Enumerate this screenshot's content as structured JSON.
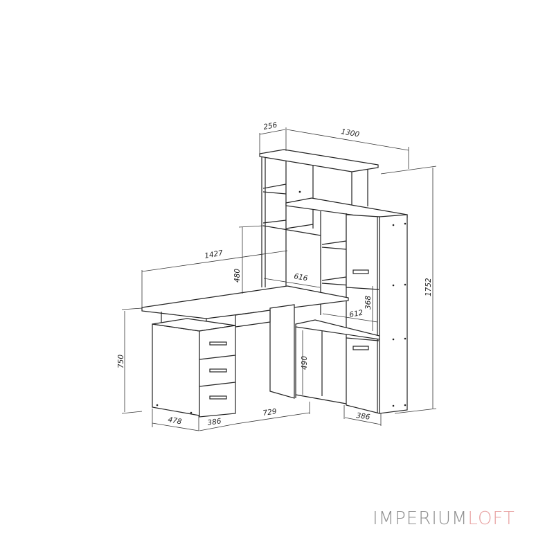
{
  "dimensions": {
    "top_depth": "256",
    "top_width": "1300",
    "total_height": "1752",
    "desk_width": "1427",
    "upper_clearance": "480",
    "niche_width": "616",
    "shelf_gap": "368",
    "side_shelf_width": "612",
    "desk_height": "750",
    "low_shelf_height": "490",
    "pedestal_depth": "478",
    "pedestal_width": "386",
    "legroom_width": "729",
    "tower_width": "386"
  },
  "logo": {
    "part1": "IMPERIUM",
    "part2": "LOFT",
    "colors": {
      "part1": "#8f8f8f",
      "part2": "#e8a3a3"
    }
  }
}
